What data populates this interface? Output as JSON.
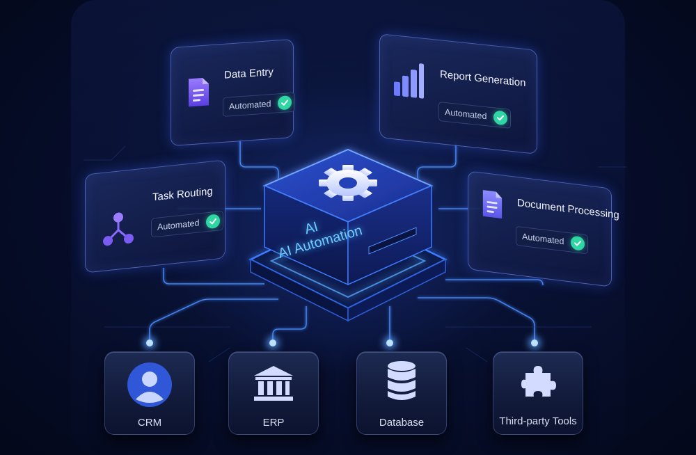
{
  "hub": {
    "line1": "AI",
    "line2": "AI Automation"
  },
  "cards": [
    {
      "id": "data-entry",
      "title": "Data Entry",
      "status": "Automated",
      "icon": "document-icon"
    },
    {
      "id": "report-generation",
      "title": "Report Generation",
      "status": "Automated",
      "icon": "bar-chart-icon"
    },
    {
      "id": "task-routing",
      "title": "Task Routing",
      "status": "Automated",
      "icon": "workflow-icon"
    },
    {
      "id": "document-processing",
      "title": "Document Processing",
      "status": "Automated",
      "icon": "document-icon"
    }
  ],
  "systems": [
    {
      "id": "crm",
      "label": "CRM",
      "icon": "user-icon"
    },
    {
      "id": "erp",
      "label": "ERP",
      "icon": "bank-icon"
    },
    {
      "id": "database",
      "label": "Database",
      "icon": "database-icon"
    },
    {
      "id": "third-party",
      "label": "Third-party Tools",
      "icon": "puzzle-icon"
    }
  ],
  "colors": {
    "accent": "#3d7bff",
    "glow": "#6ecbff",
    "check": "#2fd6a3",
    "icon_purple": "#7b5cff",
    "background": "#060d2a"
  }
}
